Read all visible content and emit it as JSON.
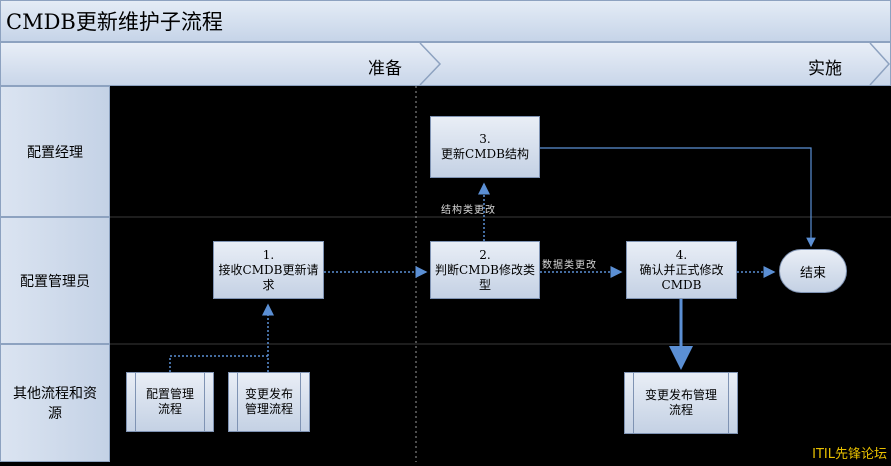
{
  "title": "CMDB更新维护子流程",
  "phases": {
    "prepare": "准备",
    "implement": "实施"
  },
  "lanes": {
    "manager": "配置经理",
    "admin": "配置管理员",
    "other": "其他流程和资源"
  },
  "steps": {
    "s1": {
      "num": "1.",
      "line1": "接收CMDB更新请",
      "line2": "求"
    },
    "s2": {
      "num": "2.",
      "line1": "判断CMDB修改类",
      "line2": "型"
    },
    "s3": {
      "num": "3.",
      "line1": "更新CMDB结构"
    },
    "s4": {
      "num": "4.",
      "line1": "确认并正式修改",
      "line2": "CMDB"
    },
    "end": "结束"
  },
  "processes": {
    "config_mgmt": {
      "line1": "配置管理",
      "line2": "流程"
    },
    "change_release_left": {
      "line1": "变更发布",
      "line2": "管理流程"
    },
    "change_release_right": {
      "line1": "变更发布管理",
      "line2": "流程"
    }
  },
  "connector_labels": {
    "to_s3": "结构类更改",
    "to_s4": "数据类更改"
  },
  "watermark": "ITIL先锋论坛",
  "colors": {
    "box_top": "#e9eef6",
    "box_bottom": "#c4d1e4",
    "connector": "#5b8fd4",
    "background": "#000000",
    "watermark": "#e8c000"
  }
}
